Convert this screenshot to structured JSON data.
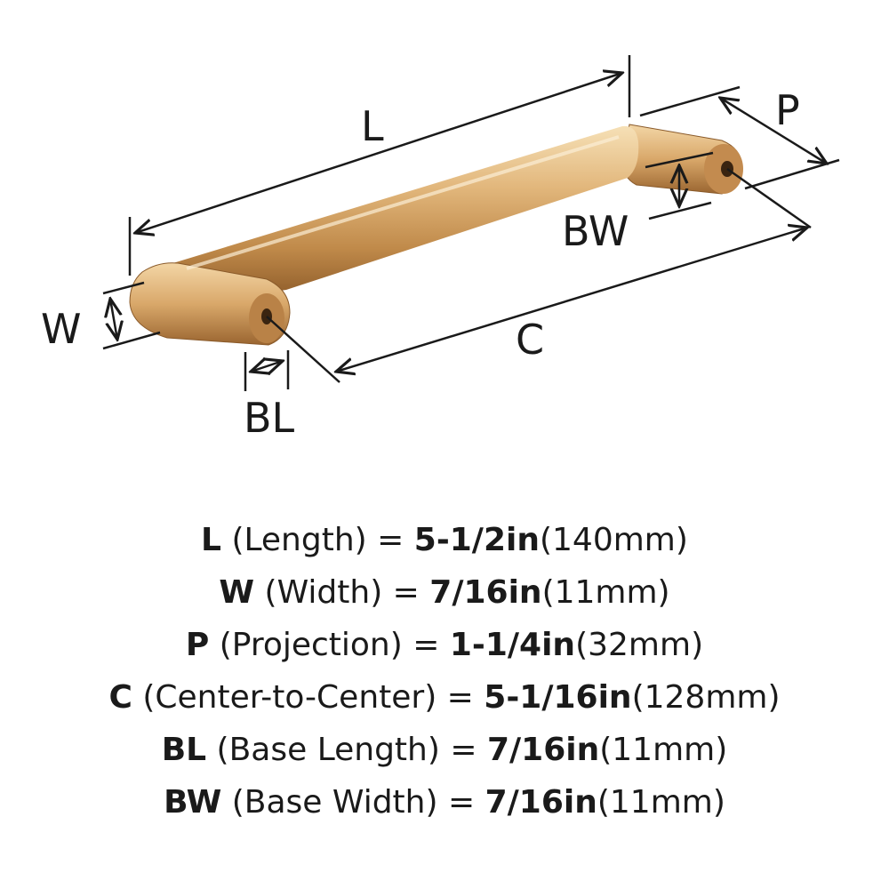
{
  "diagram": {
    "labels": {
      "length": "L",
      "projection": "P",
      "base_width": "BW",
      "width": "W",
      "center_to_center": "C",
      "base_length": "BL"
    },
    "colors": {
      "finish_light": "#f3d6a6",
      "finish_mid": "#d9a86a",
      "finish_dark": "#a87438",
      "finish_shadow": "#7a4d22",
      "ink": "#1a1a1a"
    }
  },
  "specs": [
    {
      "abbr": "L",
      "desc": " (Length) = ",
      "imperial": "5-1/2in",
      "metric": "(140mm)"
    },
    {
      "abbr": "W",
      "desc": " (Width) = ",
      "imperial": "7/16in",
      "metric": "(11mm)"
    },
    {
      "abbr": "P",
      "desc": " (Projection) = ",
      "imperial": "1-1/4in",
      "metric": "(32mm)"
    },
    {
      "abbr": "C",
      "desc": " (Center-to-Center) = ",
      "imperial": "5-1/16in",
      "metric": "(128mm)"
    },
    {
      "abbr": "BL",
      "desc": " (Base Length) = ",
      "imperial": "7/16in",
      "metric": "(11mm)"
    },
    {
      "abbr": "BW",
      "desc": " (Base Width) = ",
      "imperial": "7/16in",
      "metric": "(11mm)"
    }
  ]
}
